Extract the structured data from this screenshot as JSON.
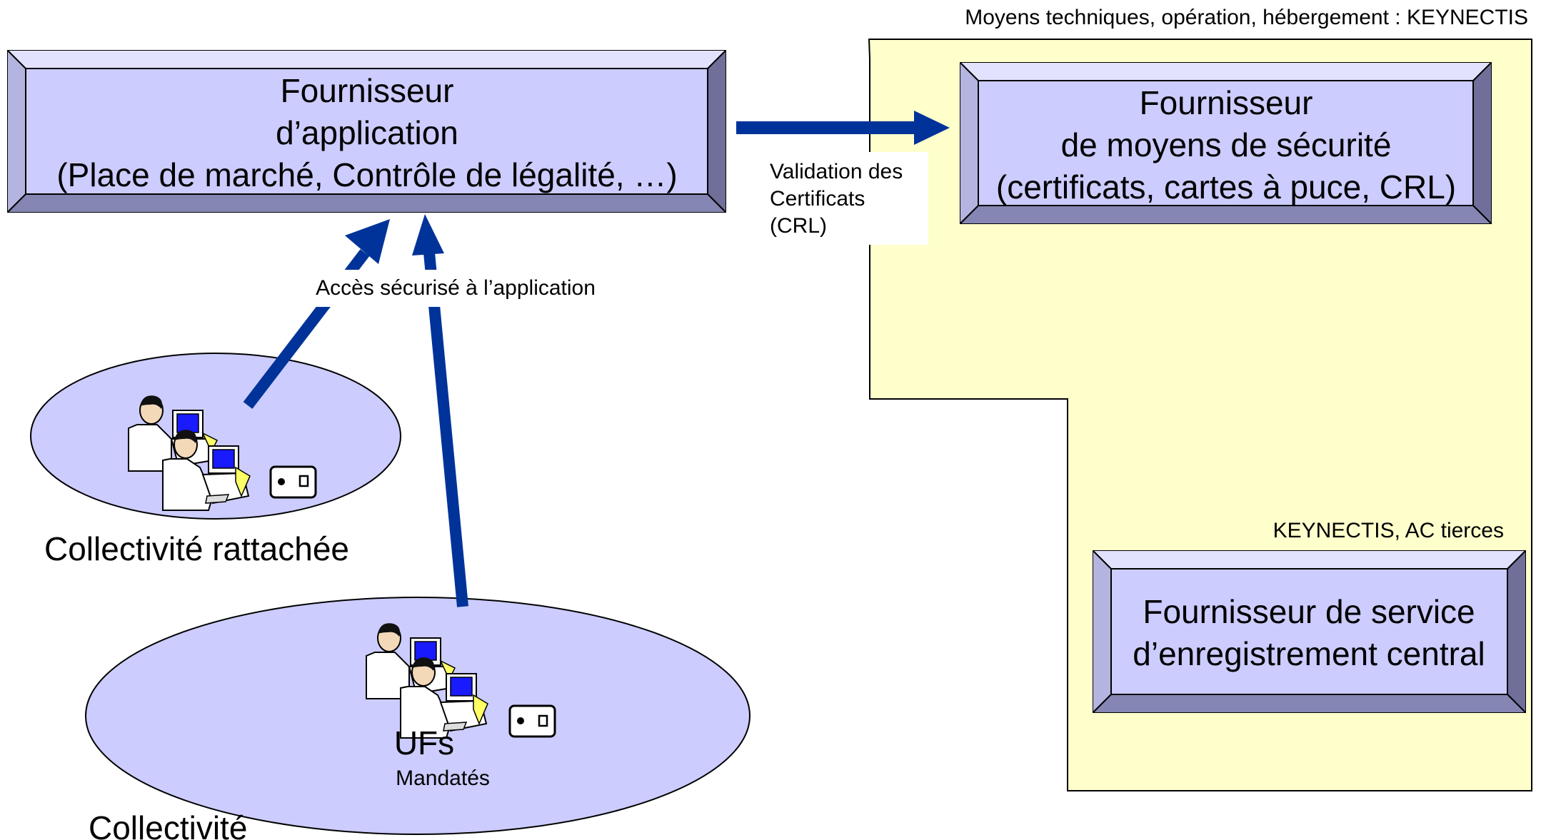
{
  "colors": {
    "bevel_box": "#ccccff",
    "bevel_dark": "#777799",
    "bevel_mid": "#9c9cc8",
    "zone": "#ffffcc",
    "arrow": "#003399",
    "ellipse": "#ccccff"
  },
  "zone": {
    "header": "Moyens techniques, opération, hébergement : KEYNECTIS"
  },
  "boxes": {
    "app": {
      "line1": "Fournisseur",
      "line2": "d’application",
      "line3": "(Place de marché, Contrôle de légalité, …)"
    },
    "security": {
      "line1": "Fournisseur",
      "line2": "de moyens de sécurité",
      "line3": "(certificats, cartes à puce, CRL)"
    },
    "registration": {
      "label_above": "KEYNECTIS, AC tierces",
      "line1": "Fournisseur de service",
      "line2": "d’enregistrement central"
    }
  },
  "arrows": {
    "validation": {
      "line1": "Validation des",
      "line2": "Certificats",
      "line3": "(CRL)"
    },
    "access": {
      "label": "Accès sécurisé à l’application"
    }
  },
  "groups": {
    "attached": {
      "caption": "Collectivité rattachée",
      "icon": "users-at-computers-icon"
    },
    "collectivite": {
      "caption": "Collectivité",
      "title": "UFs",
      "subtitle": "Mandatés",
      "icon": "users-at-computers-icon"
    }
  }
}
